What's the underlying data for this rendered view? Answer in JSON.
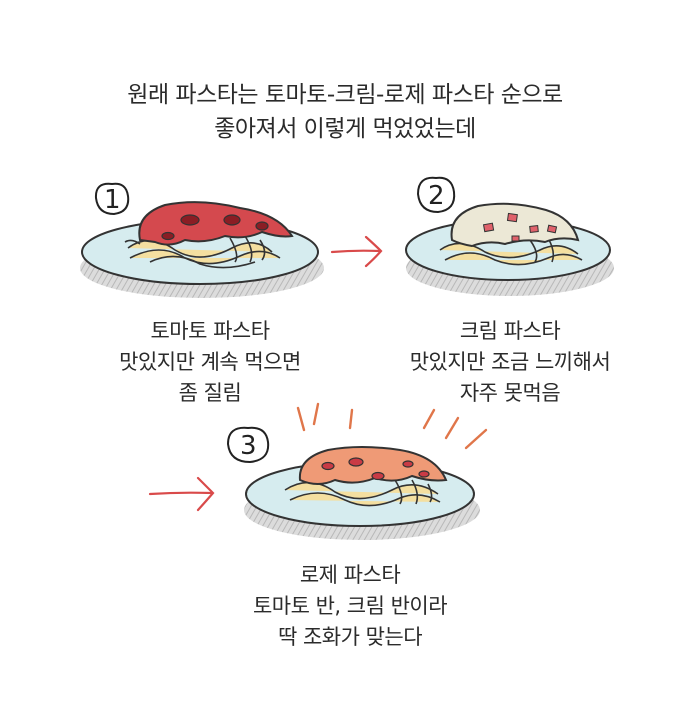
{
  "headline": {
    "line1": "원래 파스타는 토마토-크림-로제 파스타 순으로",
    "line2": "좋아져서 이렇게 먹었었는데"
  },
  "steps": [
    {
      "number": "1",
      "caption": [
        "토마토 파스타",
        "맛있지만 계속 먹으면",
        "좀 질림"
      ]
    },
    {
      "number": "2",
      "caption": [
        "크림 파스타",
        "맛있지만 조금 느끼해서",
        "자주 못먹음"
      ]
    },
    {
      "number": "3",
      "caption": [
        "로제 파스타",
        "토마토 반, 크림 반이라",
        "딱 조화가 맞는다"
      ]
    }
  ],
  "colors": {
    "plate": "#d6ecef",
    "tomato_sauce": "#d4494e",
    "cream_sauce": "#ece8d6",
    "rose_sauce": "#ef9a76",
    "pasta": "#f4dfa0",
    "arrow": "#d94a4a",
    "shadow": "#c9c9c9"
  }
}
